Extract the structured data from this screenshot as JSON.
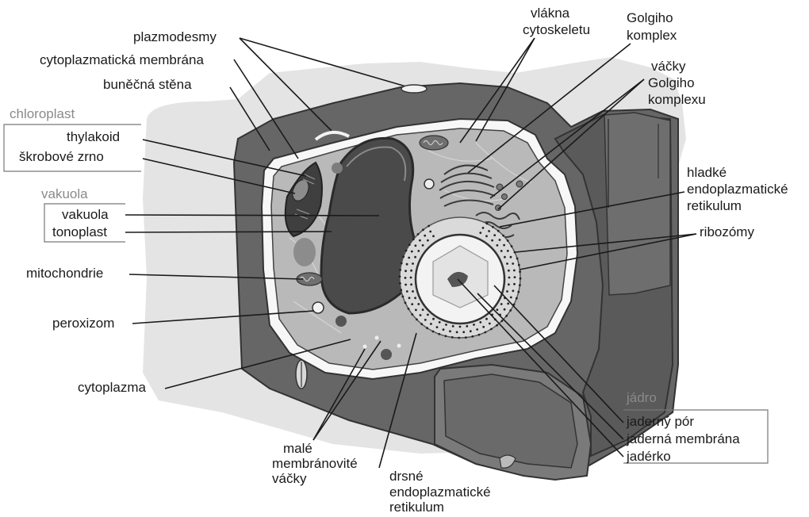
{
  "groups": {
    "chloroplast": "chloroplast",
    "vakuola": "vakuola",
    "jadro": "jádro"
  },
  "labels": {
    "plazmodesmy": "plazmodesmy",
    "cytoplazmaticka_membrana": "cytoplazmatická membrána",
    "bunecna_stena": "buněčná stěna",
    "thylakoid": "thylakoid",
    "skrobove_zrno": "škrobové zrno",
    "vakuola": "vakuola",
    "tonoplast": "tonoplast",
    "mitochondrie": "mitochondrie",
    "peroxizom": "peroxizom",
    "cytoplazma": "cytoplazma",
    "male_1": "malé",
    "male_2": "membránovité",
    "male_3": "váčky",
    "drsne_1": "drsné",
    "drsne_2": "endoplazmatické",
    "drsne_3": "retikulum",
    "vlakna_1": "vlákna",
    "vlakna_2": "cytoskeletu",
    "golgi_1": "Golgiho",
    "golgi_2": "komplex",
    "vacky_1": "váčky",
    "vacky_2": "Golgiho",
    "vacky_3": "komplexu",
    "hladke_1": "hladké",
    "hladke_2": "endoplazmatické",
    "hladke_3": "retikulum",
    "ribozomy": "ribozómy",
    "jaderny_por": "jaderný pór",
    "jaderna_membrana": "jaderná membrána",
    "jaderko": "jadérko"
  }
}
